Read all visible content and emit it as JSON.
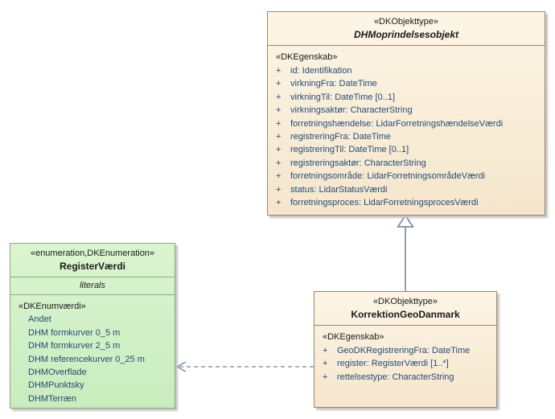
{
  "diagram": {
    "classes": {
      "dhm": {
        "stereotype": "«DKObjekttype»",
        "name": "DHMoprindelsesobjekt",
        "attr_section": "«DKEgenskab»",
        "attributes": [
          {
            "vis": "+",
            "text": "id: Identifikation"
          },
          {
            "vis": "+",
            "text": "virkningFra: DateTime"
          },
          {
            "vis": "+",
            "text": "virkningTil: DateTime [0..1]"
          },
          {
            "vis": "+",
            "text": "virkningsaktør: CharacterString"
          },
          {
            "vis": "+",
            "text": "forretningshændelse: LidarForretningshændelseVærdi"
          },
          {
            "vis": "+",
            "text": "registreringFra: DateTime"
          },
          {
            "vis": "+",
            "text": "registreringTil: DateTime [0..1]"
          },
          {
            "vis": "+",
            "text": "registreringsaktør: CharacterString"
          },
          {
            "vis": "+",
            "text": "forretningsområde: LidarForretningsområdeVærdi"
          },
          {
            "vis": "+",
            "text": "status: LidarStatusVærdi"
          },
          {
            "vis": "+",
            "text": "forretningsproces: LidarForretningsprocesVærdi"
          }
        ]
      },
      "korrektion": {
        "stereotype": "«DKObjekttype»",
        "name": "KorrektionGeoDanmark",
        "attr_section": "«DKEgenskab»",
        "attributes": [
          {
            "vis": "+",
            "text": "GeoDKRegistreringFra: DateTime"
          },
          {
            "vis": "+",
            "text": "register: RegisterVærdi [1..*]"
          },
          {
            "vis": "+",
            "text": "rettelsestype: CharacterString"
          }
        ]
      },
      "registervaerdi": {
        "stereotype": "«enumeration,DKEnumeration»",
        "name": "RegisterVærdi",
        "section": "literals",
        "value_stereotype": "«DKEnumværdi»",
        "literals": [
          "Andet",
          "DHM formkurver 0_5 m",
          "DHM formkurver 2_5 m",
          "DHM referencekurver 0_25 m",
          "DHMOverflade",
          "DHMPunktsky",
          "DHMTerræn"
        ]
      }
    },
    "relations": [
      {
        "type": "generalization",
        "from": "KorrektionGeoDanmark",
        "to": "DHMoprindelsesobjekt"
      },
      {
        "type": "dependency",
        "from": "KorrektionGeoDanmark",
        "to": "RegisterVærdi"
      }
    ]
  },
  "colors": {
    "class_fill": "#FDF5E6",
    "class_fill_bottom": "#F5E6CC",
    "class_border": "#A08468",
    "enum_fill": "#DBF5D1",
    "enum_fill_bottom": "#C9ECBE",
    "enum_border": "#86AE7C",
    "attribute_text": "#264A73",
    "title_text": "#1A1A1A",
    "connector": "#7285A5",
    "generalization": "#6E7E8E"
  }
}
